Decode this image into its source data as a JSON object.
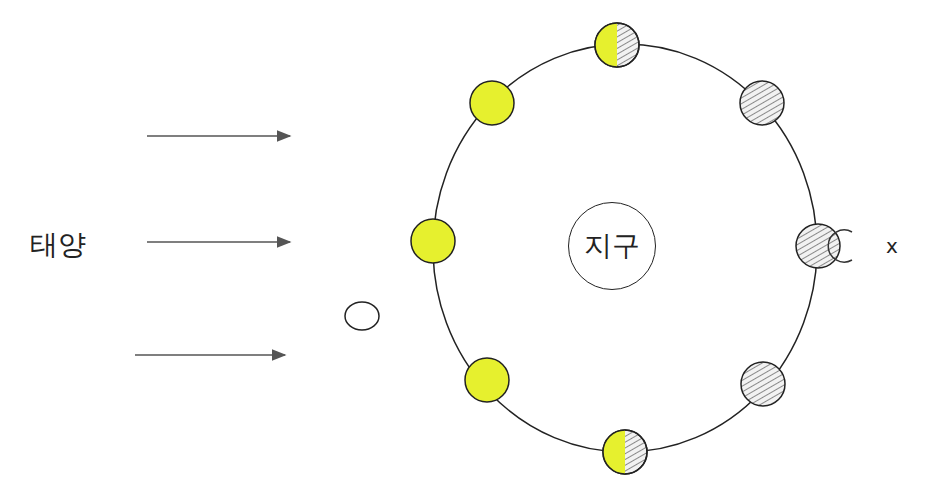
{
  "diagram": {
    "nodes": [
      {
        "text": [
          "지구"
        ]
      }
    ],
    "labels": [
      "태양",
      "x"
    ]
  }
}
